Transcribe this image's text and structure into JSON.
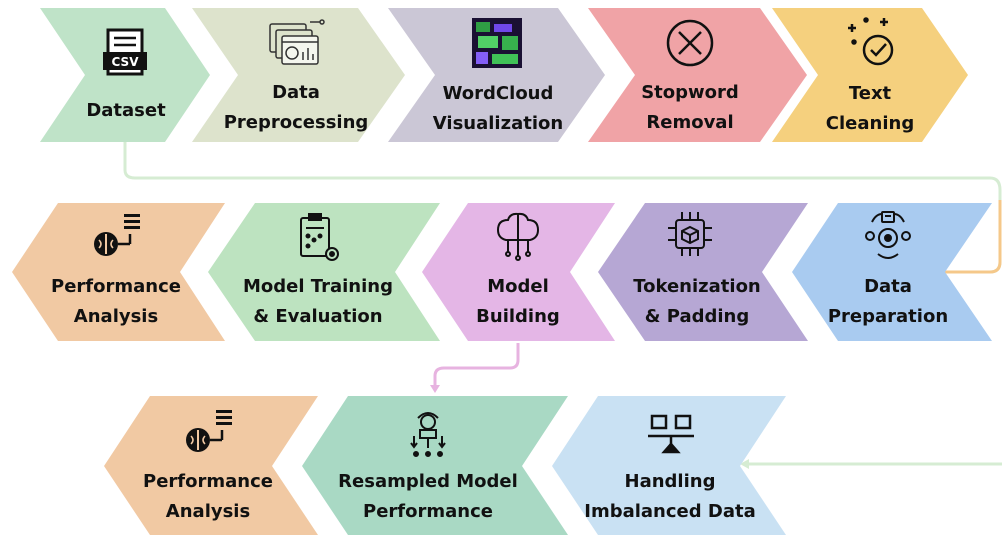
{
  "colors": {
    "dataset": "#bfe3c8",
    "preprocessing": "#dde3cc",
    "wordcloud": "#cbc7d6",
    "stopword": "#f0a3a6",
    "cleaning": "#f5d07e",
    "preparation": "#a9cbf0",
    "tokenization": "#b6a7d4",
    "building": "#e4b6e6",
    "training": "#bde3c0",
    "performance1": "#f1c9a3",
    "handling": "#c9e1f3",
    "resampled": "#a9d9c4",
    "performance2": "#f1c9a3",
    "connector_green": "#d6ecd3",
    "connector_orange": "#f5c88a",
    "connector_pink": "#e7b3e0"
  },
  "row1": {
    "dataset": {
      "line1": "Dataset",
      "icon_text": "CSV",
      "icon": "csv-file-icon"
    },
    "preprocessing": {
      "line1": "Data",
      "line2": "Preprocessing",
      "icon": "chart-windows-icon"
    },
    "wordcloud": {
      "line1": "WordCloud",
      "line2": "Visualization",
      "icon": "wordcloud-image-icon"
    },
    "stopword": {
      "line1": "Stopword",
      "line2": "Removal",
      "icon": "x-circle-icon"
    },
    "cleaning": {
      "line1": "Text",
      "line2": "Cleaning",
      "icon": "sparkle-check-icon"
    }
  },
  "row2": {
    "preparation": {
      "line1": "Data",
      "line2": "Preparation",
      "icon": "data-prep-cycle-icon"
    },
    "tokenization": {
      "line1": "Tokenization",
      "line2": "& Padding",
      "icon": "chip-cube-icon"
    },
    "building": {
      "line1": "Model",
      "line2": "Building",
      "icon": "brain-circuit-icon"
    },
    "training": {
      "line1": "Model Training",
      "line2": "& Evaluation",
      "icon": "clipboard-gear-icon"
    },
    "performance": {
      "line1": "Performance",
      "line2": "Analysis",
      "icon": "brain-list-icon"
    }
  },
  "row3": {
    "handling": {
      "line1": "Handling",
      "line2": "Imbalanced Data",
      "icon": "balance-scale-icon"
    },
    "resampled": {
      "line1": "Resampled Model",
      "line2": "Performance",
      "icon": "resample-gear-icon"
    },
    "performance": {
      "line1": "Performance",
      "line2": "Analysis",
      "icon": "brain-list-icon"
    }
  }
}
